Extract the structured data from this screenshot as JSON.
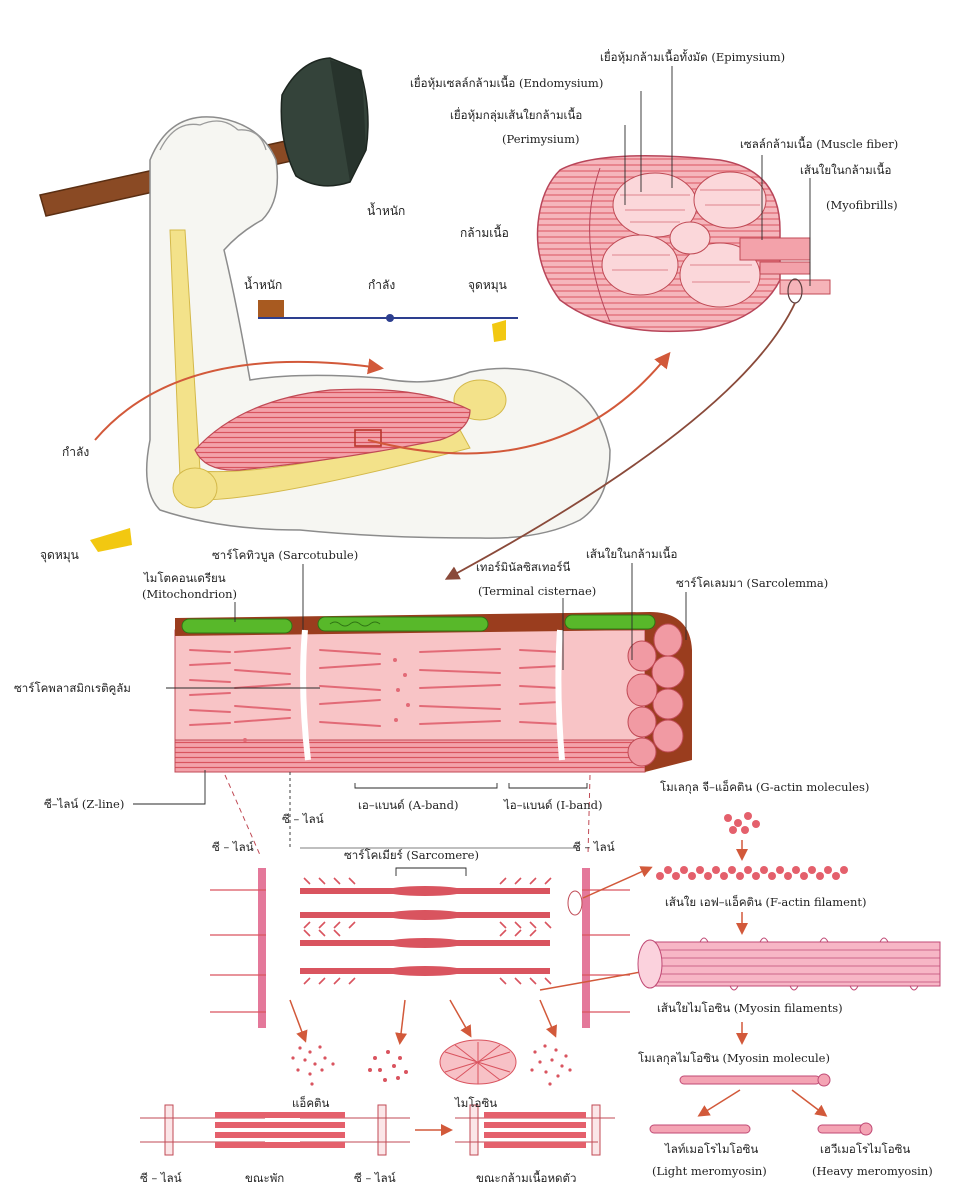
{
  "colors": {
    "muscle": "#f0a0a8",
    "muscle_dark": "#d4545f",
    "fiber_stripe": "#e8707a",
    "sarcolemma": "#9a3d1e",
    "mitochondrion": "#58b82a",
    "bone": "#f3e28a",
    "hammer_head": "#34433a",
    "handle": "#8a4a24",
    "arrow": "#d2593a",
    "lever": "#2d3f8f",
    "weight_box": "#a85a20",
    "fulcrum": "#f2c811"
  },
  "arm": {
    "weight_label": "น้ำหนัก",
    "force_label": "กำลัง",
    "fulcrum_label": "จุดหมุน",
    "muscle_label": "กล้ามเนื้อ"
  },
  "lever": {
    "weight": "น้ำหนัก",
    "force": "กำลัง",
    "fulcrum": "จุดหมุน"
  },
  "bundle": {
    "epimysium": "เยื่อหุ้มกล้ามเนื้อทั้งมัด (Epimysium)",
    "endomysium": "เยื่อหุ้มเซลล์กล้ามเนื้อ (Endomysium)",
    "perimysium_th": "เยื่อหุ้มกลุ่มเส้นใยกล้ามเนื้อ",
    "perimysium_en": "(Perimysium)",
    "muscle_fiber": "เซลล์กล้ามเนื้อ (Muscle fiber)",
    "myofibril_th": "เส้นใยในกล้ามเนื้อ",
    "myofibril_en": "(Myofibrills)"
  },
  "fiber": {
    "sarcotubule": "ซาร์โคทิวบูล (Sarcotubule)",
    "mito_th": "ไมโตคอนเดรียน",
    "mito_en": "(Mitochondrion)",
    "terminal_th": "เทอร์มินัลซิสเทอร์นี",
    "terminal_en": "(Terminal cisternae)",
    "myofibril_th": "เส้นใยในกล้ามเนื้อ",
    "sarcolemma": "ซาร์โคเลมมา (Sarcolemma)",
    "sr": "ซาร์โคพลาสมิกเรติคูลัม",
    "zline": "ซี–ไลน์ (Z-line)",
    "aband": "เอ–แบนด์ (A-band)",
    "iband": "ไอ–แบนด์ (I-band)"
  },
  "sarcomere": {
    "zline_top": "ซี – ไลน์",
    "zline_left": "ซี – ไลน์",
    "zline_right": "ซี – ไลน์",
    "title": "ซาร์โคเมียร์ (Sarcomere)",
    "actin": "แอ็คติน",
    "myosin": "ไมโอซิน"
  },
  "proteins": {
    "g_actin": "โมเลกุล จี–แอ็คติน (G-actin molecules)",
    "f_actin": "เส้นใย เอฟ–แอ็คติน (F-actin filament)",
    "myosin_filaments": "เส้นใยไมโอซิน (Myosin filaments)",
    "myosin_molecule": "โมเลกุลไมโอซิน (Myosin molecule)",
    "light_th": "ไลท์เมอโรไมโอซิน",
    "light_en": "(Light meromyosin)",
    "heavy_th": "เฮวีเมอโรไมโอซิน",
    "heavy_en": "(Heavy meromyosin)"
  },
  "bottom": {
    "zline_left": "ซี – ไลน์",
    "rest": "ขณะพัก",
    "zline_mid": "ซี – ไลน์",
    "contract": "ขณะกล้ามเนื้อหดตัว"
  }
}
